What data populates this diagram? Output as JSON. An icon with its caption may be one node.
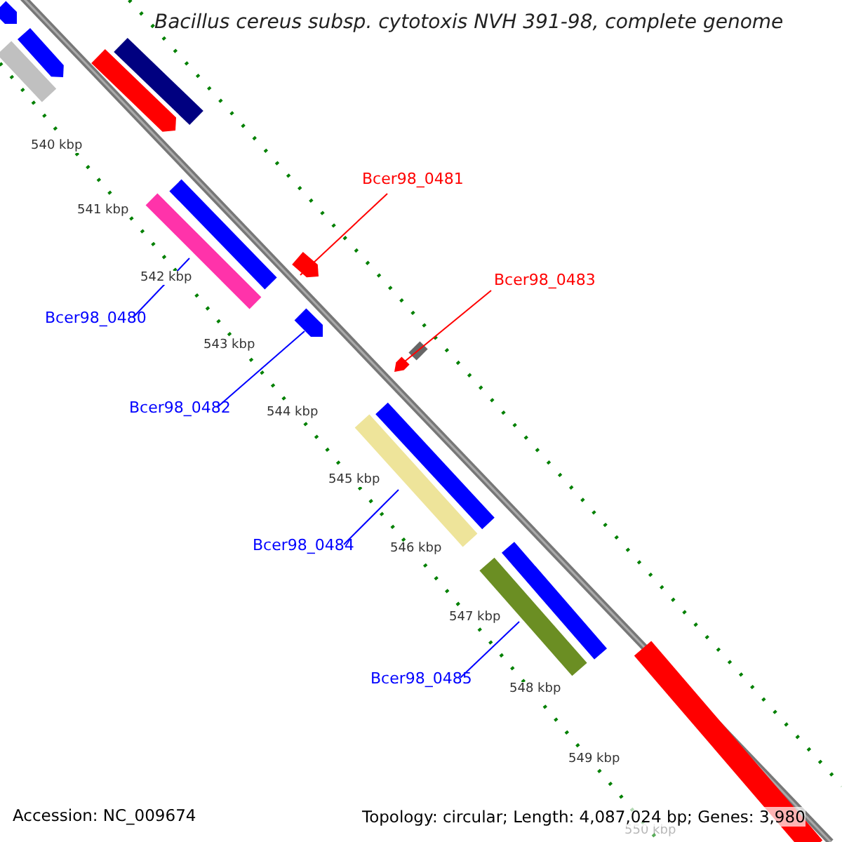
{
  "diagram": {
    "title": "Bacillus cereus subsp. cytotoxis NVH 391-98, complete genome",
    "nodes": [
      {
        "text": [
          "Bcer98_0481"
        ]
      },
      {
        "text": [
          "Bcer98_0483"
        ]
      },
      {
        "text": [
          "Bcer98_0480"
        ]
      },
      {
        "text": [
          "Bcer98_0482"
        ]
      },
      {
        "text": [
          "Bcer98_0484"
        ]
      },
      {
        "text": [
          "Bcer98_0485"
        ]
      },
      {
        "text": [],
        "shape": "bar"
      },
      {
        "text": [],
        "shape": "bar"
      },
      {
        "text": [],
        "shape": "bar"
      },
      {
        "text": [],
        "shape": "bar"
      },
      {
        "text": [],
        "shape": "bar"
      },
      {
        "text": [],
        "shape": "bar"
      }
    ],
    "edges": [
      {
        "from": 0,
        "to": 7,
        "arrow": "none",
        "color": "#ff0000"
      },
      {
        "from": 1,
        "to": 9,
        "arrow": "none",
        "color": "#ff0000"
      },
      {
        "from": 2,
        "to": 6,
        "arrow": "none"
      },
      {
        "from": 3,
        "to": 8,
        "arrow": "none"
      },
      {
        "from": 4,
        "to": 10,
        "arrow": "none"
      },
      {
        "from": 5,
        "to": 11,
        "arrow": "none"
      }
    ],
    "labels": [
      "540 kbp",
      "541 kbp",
      "542 kbp",
      "543 kbp",
      "544 kbp",
      "545 kbp",
      "546 kbp",
      "547 kbp",
      "548 kbp",
      "549 kbp",
      "550 kbp",
      "Accession: NC_009674",
      "Topology: circular; Length: 4,087,024 bp; Genes: 3,980"
    ]
  }
}
